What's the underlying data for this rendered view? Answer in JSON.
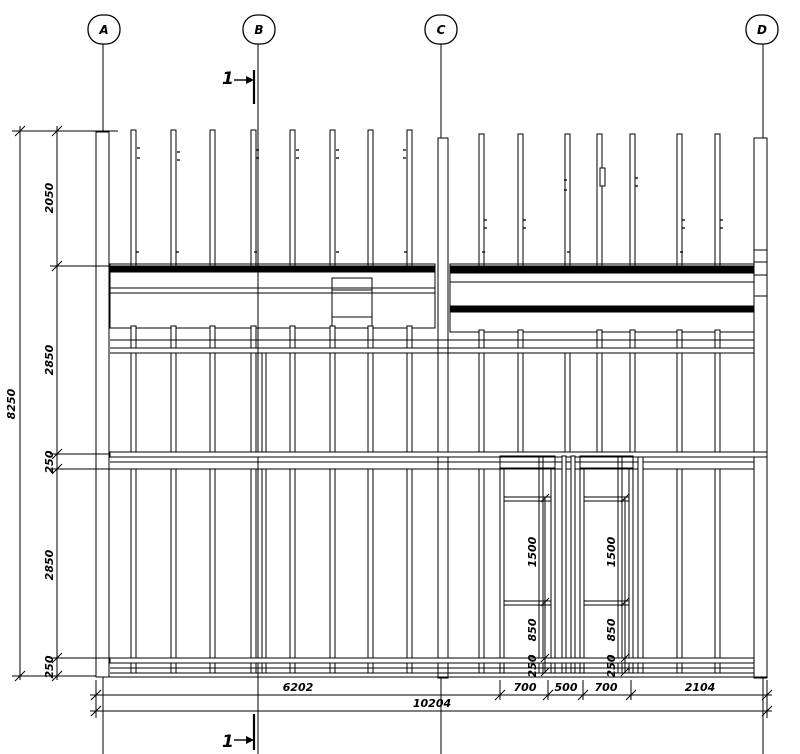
{
  "axes": [
    {
      "label": "A"
    },
    {
      "label": "B"
    },
    {
      "label": "C"
    },
    {
      "label": "D"
    }
  ],
  "section": {
    "number": "1"
  },
  "vertical_dimensions": {
    "total": "8250",
    "parts": [
      "2050",
      "2850",
      "250",
      "2850",
      "250"
    ]
  },
  "horizontal_dimensions": {
    "bottom_row": [
      "6202",
      "700",
      "500",
      "700",
      "2104"
    ],
    "overall": "10204"
  },
  "opening_dimensions": {
    "left_window_height": "1500",
    "left_sill_height": "850",
    "left_base": "250",
    "right_window_height": "1500",
    "right_sill_height": "850",
    "right_base": "250"
  },
  "colors": {
    "line": "#000000",
    "background": "#ffffff"
  }
}
